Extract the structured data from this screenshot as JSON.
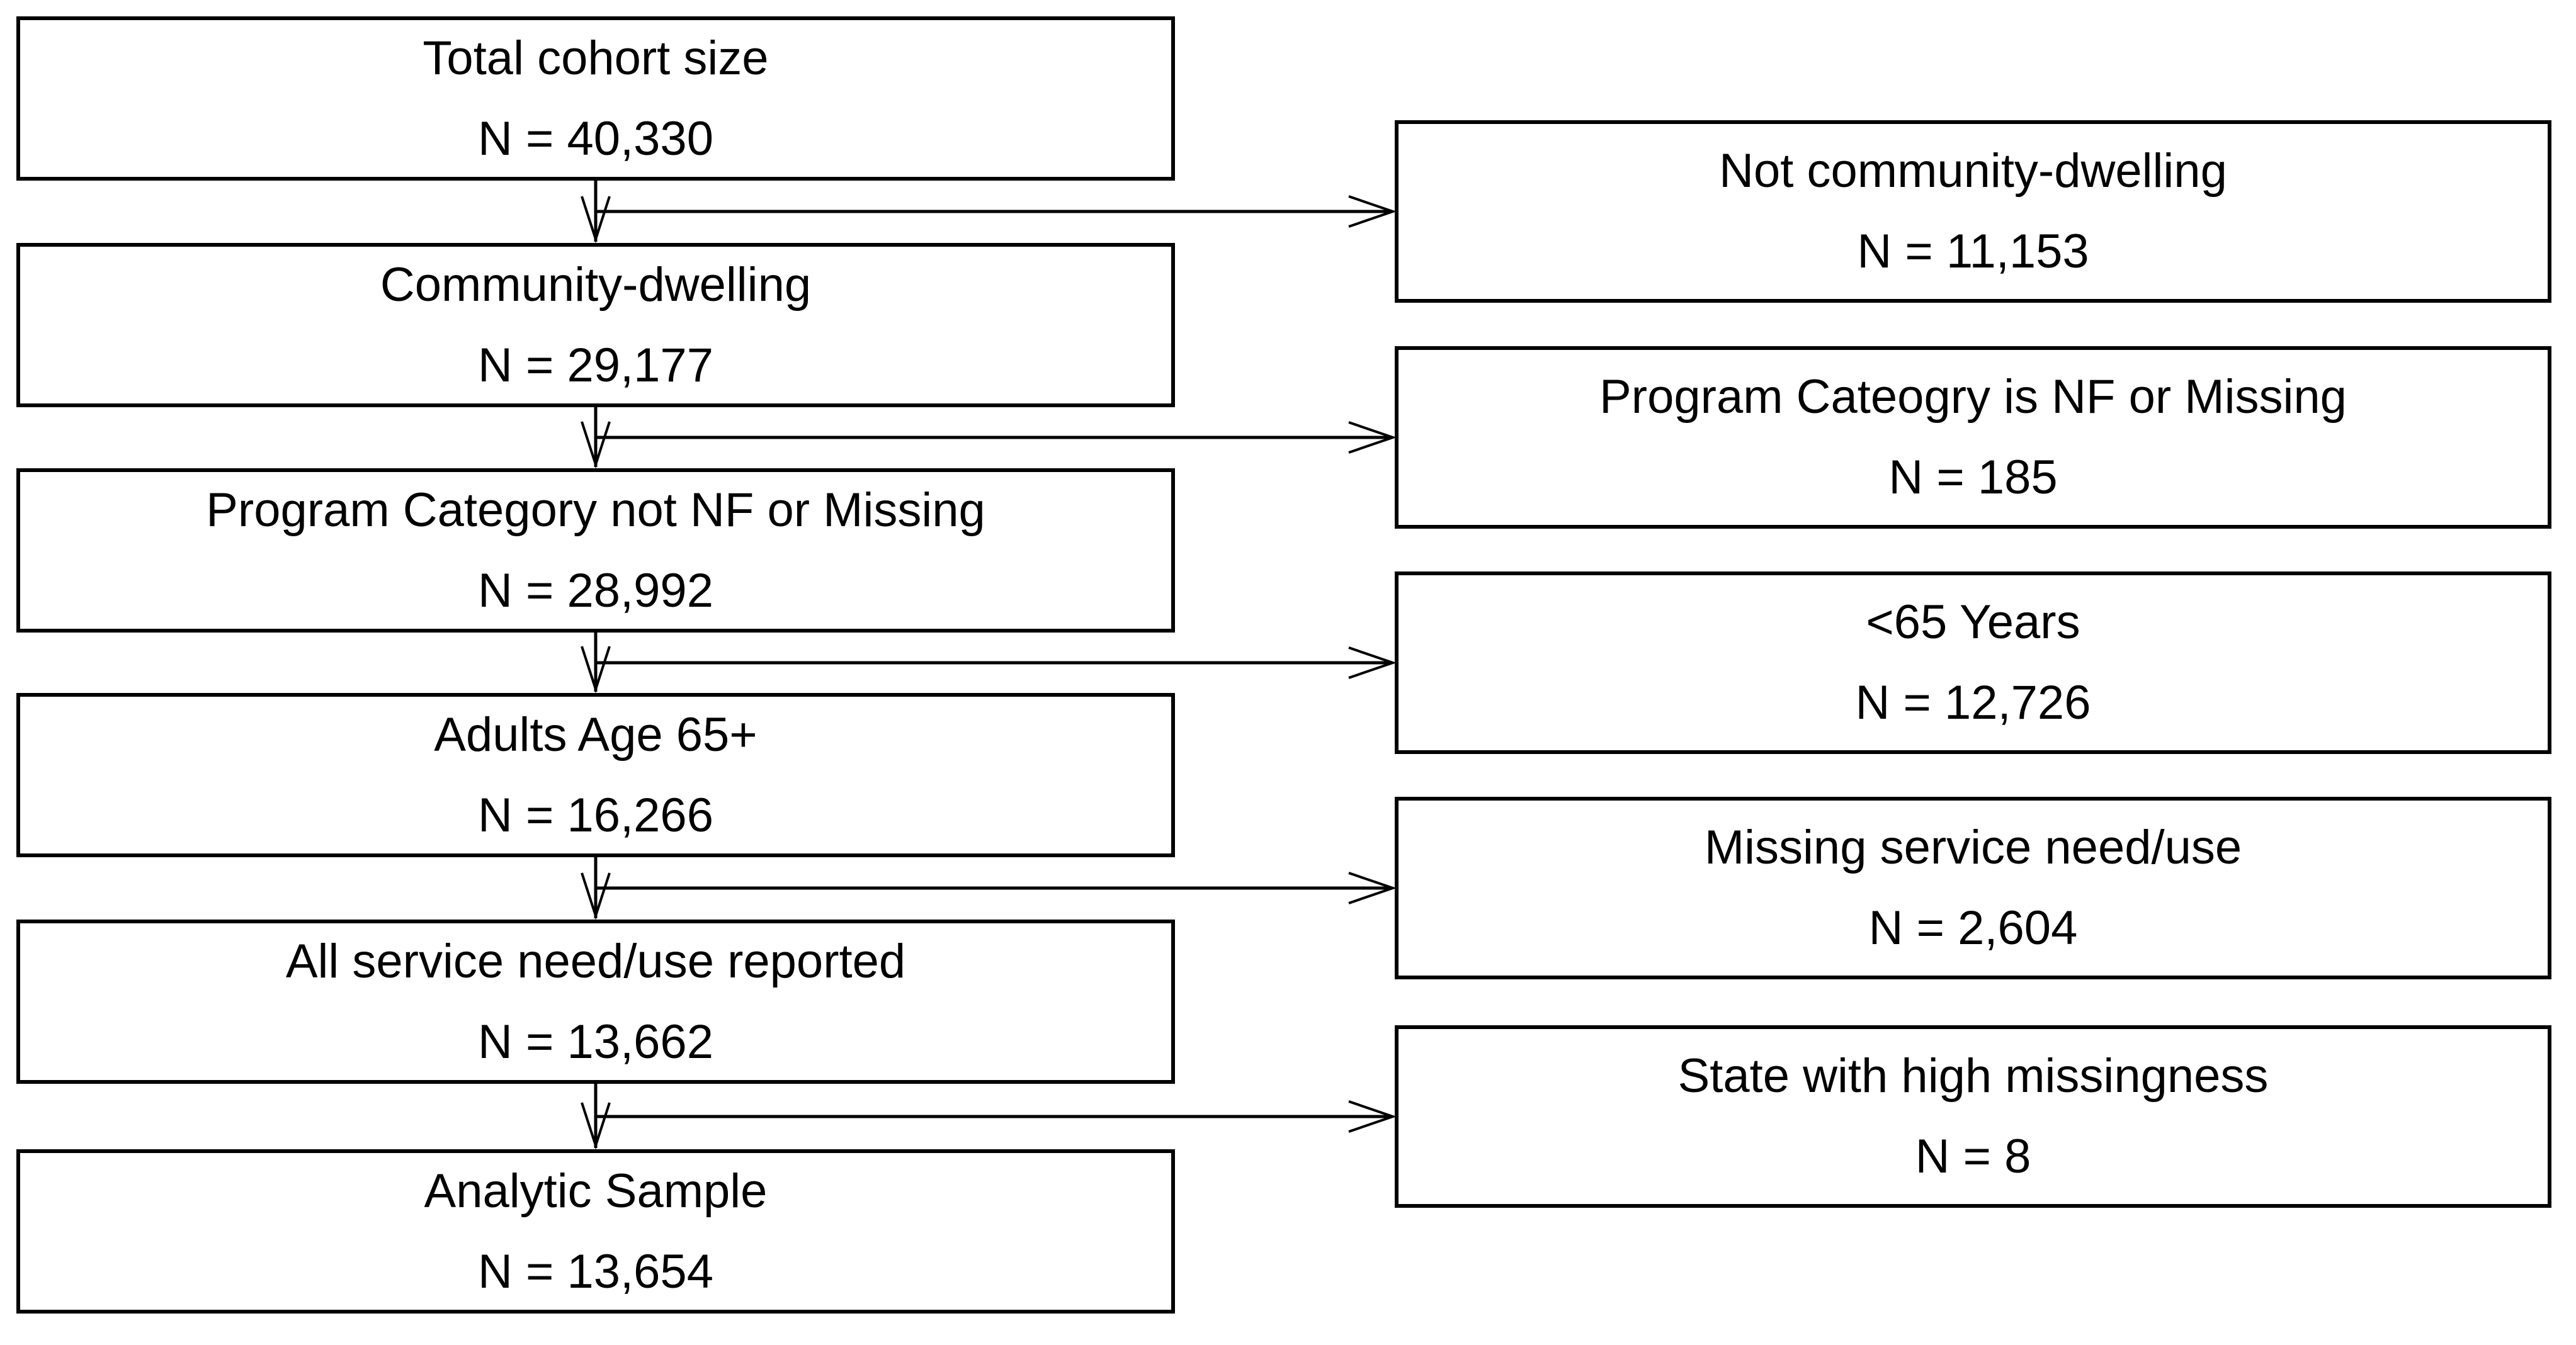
{
  "diagram": {
    "main_flow": [
      {
        "label": "Total cohort size",
        "n": "N = 40,330"
      },
      {
        "label": "Community-dwelling",
        "n": "N = 29,177"
      },
      {
        "label": "Program Category not NF or Missing",
        "n": "N = 28,992"
      },
      {
        "label": "Adults Age 65+",
        "n": "N = 16,266"
      },
      {
        "label": "All service need/use reported",
        "n": "N = 13,662"
      },
      {
        "label": "Analytic Sample",
        "n": "N = 13,654"
      }
    ],
    "exclusions": [
      {
        "label": "Not community-dwelling",
        "n": "N = 11,153"
      },
      {
        "label": "Program Cateogry is NF or Missing",
        "n": "N = 185"
      },
      {
        "label": "<65 Years",
        "n": "N = 12,726"
      },
      {
        "label": "Missing service need/use",
        "n": "N = 2,604"
      },
      {
        "label": "State with high missingness",
        "n": "N = 8"
      }
    ],
    "colors": {
      "background": "#ffffff",
      "box_fill": "#ffffff",
      "box_border": "#000000",
      "text": "#000000",
      "arrow": "#000000"
    }
  }
}
